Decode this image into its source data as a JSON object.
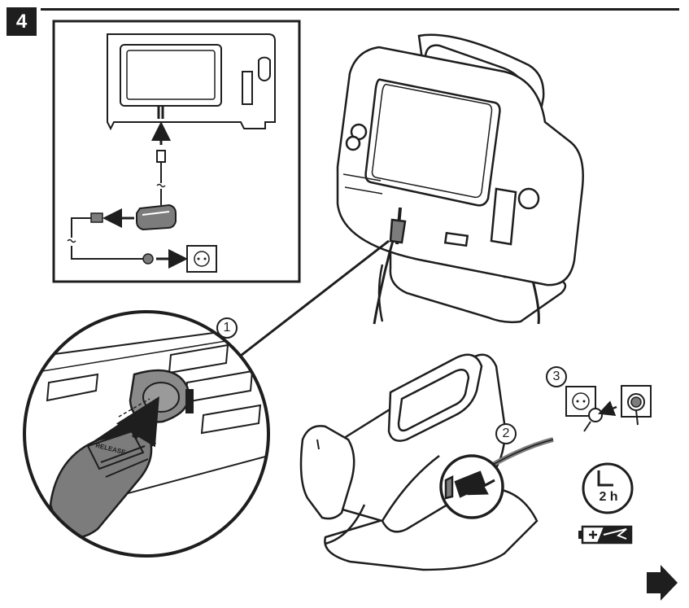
{
  "step": {
    "number": "4"
  },
  "callouts": [
    "1",
    "2",
    "3"
  ],
  "connector_label": "RELEASE",
  "charge_time": "2 h",
  "icons": {
    "next": "next-arrow-icon",
    "clock": "clock-icon",
    "battery": "battery-charging-icon",
    "usb": "usb-icon",
    "outlet": "wall-outlet-icon"
  },
  "colors": {
    "ink": "#1e1e1e",
    "plug_gray": "#7c7c7c",
    "connector_gray": "#8a8a8a",
    "paper": "#ffffff"
  }
}
